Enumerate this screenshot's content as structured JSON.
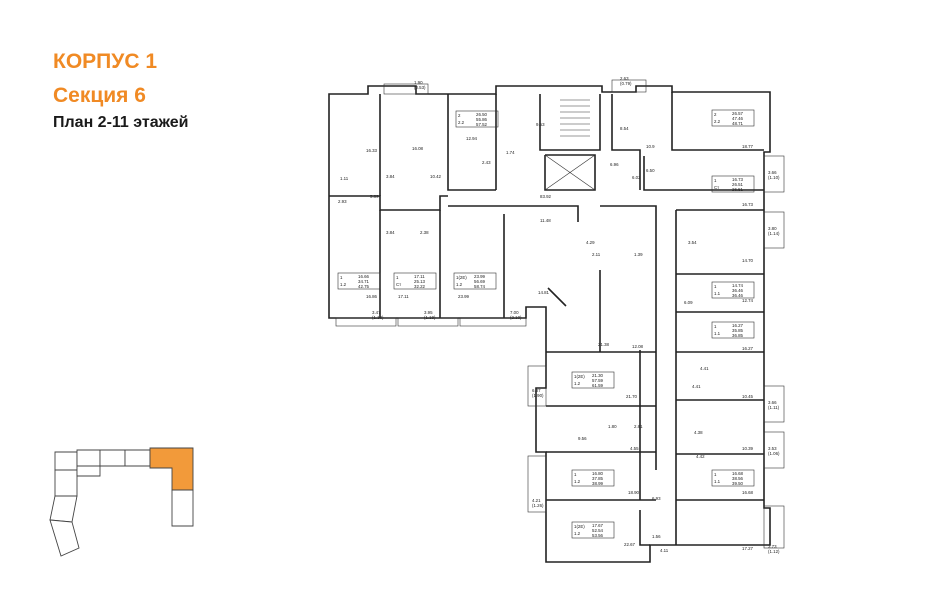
{
  "header": {
    "building": "КОРПУС 1",
    "section": "Секция 6",
    "floors": "План 2-11 этажей"
  },
  "colors": {
    "accent": "#f08a24",
    "selected_block": "#f29a3a"
  },
  "apartments": [
    {
      "id": "a1",
      "rooms": "2",
      "type": "2.2",
      "areas": [
        "26.57",
        "47.46",
        "48.71"
      ]
    },
    {
      "id": "a2",
      "rooms": "1",
      "type": "Ст",
      "areas": [
        "16.73",
        "26.51",
        "26.51"
      ]
    },
    {
      "id": "a3",
      "rooms": "1",
      "type": "1.1",
      "areas": [
        "14.74",
        "36.46",
        "36.46"
      ]
    },
    {
      "id": "a4",
      "rooms": "1",
      "type": "1.1",
      "areas": [
        "16.27",
        "35.85",
        "36.85"
      ]
    },
    {
      "id": "a5",
      "rooms": "1",
      "type": "1.1",
      "areas": [
        "16.68",
        "38.56",
        "39.50"
      ]
    },
    {
      "id": "a6",
      "rooms": "1(2Е)",
      "type": "1.2",
      "areas": [
        "21.30",
        "57.59",
        "61.59"
      ]
    },
    {
      "id": "a7",
      "rooms": "1",
      "type": "1.2",
      "areas": [
        "16.80",
        "37.85",
        "38.99"
      ]
    },
    {
      "id": "a8",
      "rooms": "1(2Е)",
      "type": "1.2",
      "areas": [
        "17.67",
        "52.54",
        "53.56"
      ]
    },
    {
      "id": "a9",
      "rooms": "1",
      "type": "1.2",
      "areas": [
        "16.66",
        "34.71",
        "42.75"
      ]
    },
    {
      "id": "a10",
      "rooms": "1",
      "type": "Ст",
      "areas": [
        "17.11",
        "25.13",
        "32.22"
      ]
    },
    {
      "id": "a11",
      "rooms": "1(2Е)",
      "type": "1.2",
      "areas": [
        "23.99",
        "56.69",
        "58.74"
      ]
    },
    {
      "id": "a12",
      "rooms": "2",
      "type": "2.2",
      "areas": [
        "26.50",
        "55.86",
        "57.52"
      ]
    }
  ],
  "room_areas": [
    {
      "id": "r1",
      "v": "16.33"
    },
    {
      "id": "r2",
      "v": "16.08"
    },
    {
      "id": "r3",
      "v": "10.42"
    },
    {
      "id": "r4",
      "v": "3.84"
    },
    {
      "id": "r5",
      "v": "5.89"
    },
    {
      "id": "r6",
      "v": "2.93"
    },
    {
      "id": "r7",
      "v": "12.94"
    },
    {
      "id": "r8",
      "v": "9.53"
    },
    {
      "id": "r9",
      "v": "8.54"
    },
    {
      "id": "r10",
      "v": "10.9"
    },
    {
      "id": "r11",
      "v": "18.77"
    },
    {
      "id": "r12",
      "v": "83.92"
    },
    {
      "id": "r13",
      "v": "6.96"
    },
    {
      "id": "r14",
      "v": "6.02"
    },
    {
      "id": "r15",
      "v": "6.50"
    },
    {
      "id": "r16",
      "v": "11.48"
    },
    {
      "id": "r17",
      "v": "3.84"
    },
    {
      "id": "r18",
      "v": "2.38"
    },
    {
      "id": "r19",
      "v": "4.29"
    },
    {
      "id": "r20",
      "v": "2.11"
    },
    {
      "id": "r21",
      "v": "1.39"
    },
    {
      "id": "r22",
      "v": "3.54"
    },
    {
      "id": "r23",
      "v": "16.73"
    },
    {
      "id": "r24",
      "v": "14.70"
    },
    {
      "id": "r25",
      "v": "12.74"
    },
    {
      "id": "r26",
      "v": "6.09"
    },
    {
      "id": "r27",
      "v": "16.86"
    },
    {
      "id": "r28",
      "v": "17.11"
    },
    {
      "id": "r29",
      "v": "23.99"
    },
    {
      "id": "r30",
      "v": "14.81"
    },
    {
      "id": "r31",
      "v": "21.38"
    },
    {
      "id": "r32",
      "v": "12.08"
    },
    {
      "id": "r33",
      "v": "16.27"
    },
    {
      "id": "r34",
      "v": "4.41"
    },
    {
      "id": "r35",
      "v": "4.41"
    },
    {
      "id": "r36",
      "v": "10.45"
    },
    {
      "id": "r37",
      "v": "21.70"
    },
    {
      "id": "r38",
      "v": "1.80"
    },
    {
      "id": "r39",
      "v": "2.81"
    },
    {
      "id": "r40",
      "v": "9.56"
    },
    {
      "id": "r41",
      "v": "4.55"
    },
    {
      "id": "r42",
      "v": "4.38"
    },
    {
      "id": "r43",
      "v": "10.39"
    },
    {
      "id": "r44",
      "v": "4.42"
    },
    {
      "id": "r45",
      "v": "18.90"
    },
    {
      "id": "r46",
      "v": "6.93"
    },
    {
      "id": "r47",
      "v": "16.68"
    },
    {
      "id": "r48",
      "v": "1.56"
    },
    {
      "id": "r49",
      "v": "22.67"
    },
    {
      "id": "r50",
      "v": "4.11"
    },
    {
      "id": "r51",
      "v": "17.27"
    },
    {
      "id": "r52",
      "v": "1.11"
    },
    {
      "id": "r53",
      "v": "1.74"
    },
    {
      "id": "r54",
      "v": "2.43"
    }
  ],
  "balcony_areas": [
    {
      "id": "b1",
      "v": "1.90",
      "c": "(0.53)"
    },
    {
      "id": "b2",
      "v": "2.63",
      "c": "(0.79)"
    },
    {
      "id": "b3",
      "v": "3.66",
      "c": "(1.10)"
    },
    {
      "id": "b4",
      "v": "3.80",
      "c": "(1.14)"
    },
    {
      "id": "b5",
      "v": "3.66",
      "c": "(1.11)"
    },
    {
      "id": "b6",
      "v": "3.53",
      "c": "(1.06)"
    },
    {
      "id": "b7",
      "v": "3.73",
      "c": "(1.12)"
    },
    {
      "id": "b8",
      "v": "3.47",
      "c": "(1.10)"
    },
    {
      "id": "b9",
      "v": "3.95",
      "c": "(1.19)"
    },
    {
      "id": "b10",
      "v": "7.00",
      "c": "(2.10)"
    },
    {
      "id": "b11",
      "v": "6.37",
      "c": "(1.90)"
    },
    {
      "id": "b12",
      "v": "4.21",
      "c": "(1.26)"
    }
  ]
}
